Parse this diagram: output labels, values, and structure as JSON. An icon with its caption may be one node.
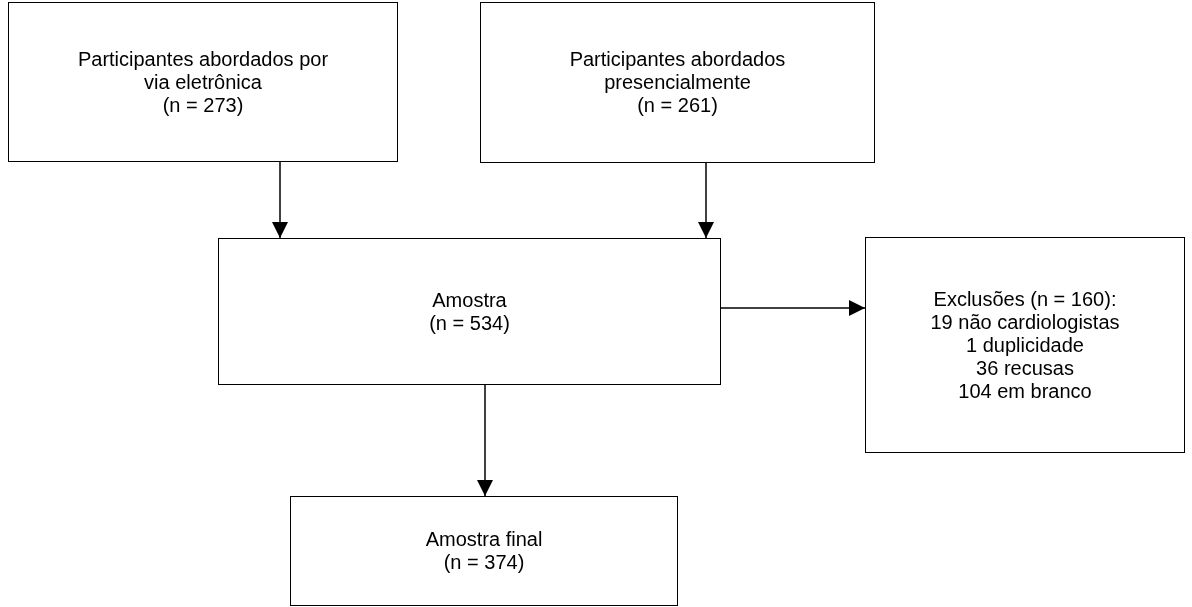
{
  "diagram": {
    "nodes": [
      {
        "text": [
          "Participantes abordados por via eletrônica",
          "(n = 273)"
        ]
      },
      {
        "text": [
          "Participantes abordados presencialmente",
          "(n = 261)"
        ]
      },
      {
        "text": [
          "Amostra",
          "(n = 534)"
        ]
      },
      {
        "text": [
          "Exclusões (n = 160):",
          "19 não cardiologistas",
          "1 duplicidade",
          "36 recusas",
          "104 em branco"
        ]
      },
      {
        "text": [
          "Amostra final",
          "(n = 374)"
        ]
      }
    ],
    "edges": [
      {
        "from": 0,
        "to": 2,
        "arrow": "to"
      },
      {
        "from": 1,
        "to": 2,
        "arrow": "to"
      },
      {
        "from": 2,
        "to": 3,
        "arrow": "to"
      },
      {
        "from": 2,
        "to": 4,
        "arrow": "to"
      }
    ]
  }
}
